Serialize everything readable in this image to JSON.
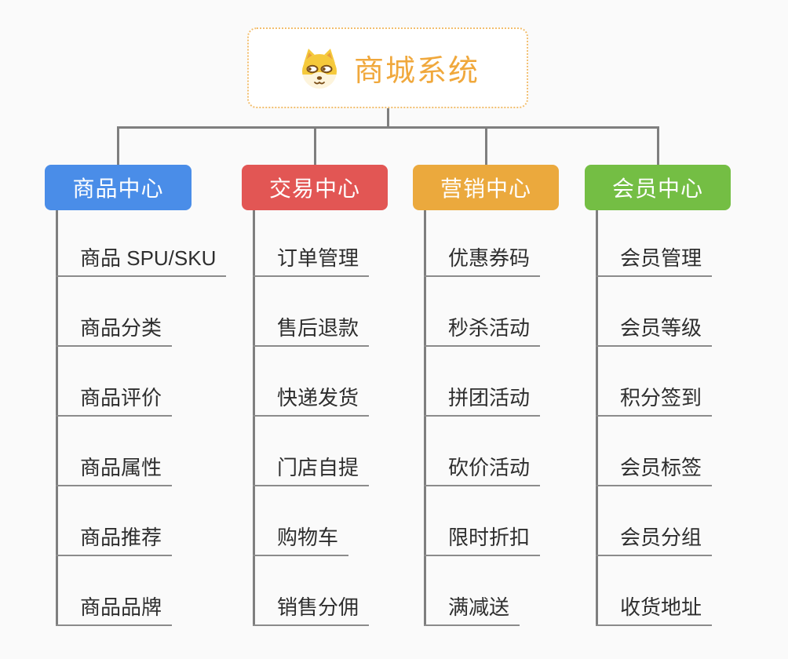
{
  "root": {
    "title": "商城系统",
    "icon": "dog-face-icon",
    "accent_color": "#f0a83c",
    "border_color": "#f2be6e"
  },
  "connector_color": "#7f7f7f",
  "branches": [
    {
      "label": "商品中心",
      "color": "#4a8de8",
      "items": [
        "商品 SPU/SKU",
        "商品分类",
        "商品评价",
        "商品属性",
        "商品推荐",
        "商品品牌"
      ]
    },
    {
      "label": "交易中心",
      "color": "#e25654",
      "items": [
        "订单管理",
        "售后退款",
        "快递发货",
        "门店自提",
        "购物车",
        "销售分佣"
      ]
    },
    {
      "label": "营销中心",
      "color": "#eba93d",
      "items": [
        "优惠券码",
        "秒杀活动",
        "拼团活动",
        "砍价活动",
        "限时折扣",
        "满减送"
      ]
    },
    {
      "label": "会员中心",
      "color": "#74be44",
      "items": [
        "会员管理",
        "会员等级",
        "积分签到",
        "会员标签",
        "会员分组",
        "收货地址"
      ]
    }
  ]
}
